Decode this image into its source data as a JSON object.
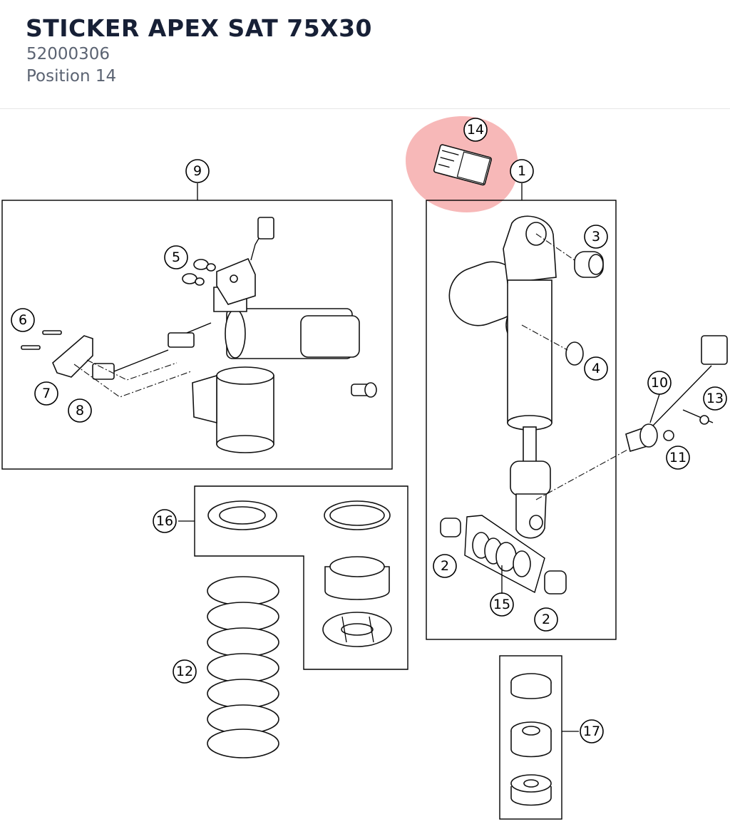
{
  "product": {
    "title": "STICKER APEX SAT 75X30",
    "part_number": "52000306",
    "position_label": "Position 14"
  },
  "highlight": {
    "color": "#f4a0a0",
    "position_number": "14"
  },
  "callouts": {
    "c1": "1",
    "c2a": "2",
    "c2b": "2",
    "c3": "3",
    "c4": "4",
    "c5": "5",
    "c6": "6",
    "c7": "7",
    "c8": "8",
    "c9": "9",
    "c10": "10",
    "c11": "11",
    "c12": "12",
    "c13": "13",
    "c14": "14",
    "c15": "15",
    "c16": "16",
    "c17": "17"
  }
}
